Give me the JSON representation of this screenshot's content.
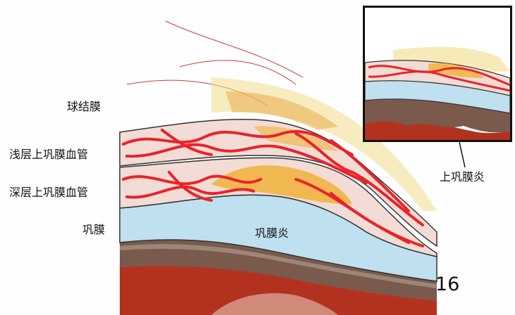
{
  "labels": {
    "conjunctiva": "球结膜",
    "superficial_vessels": "浅层上巩膜血管",
    "deep_vessels": "深层上巩膜血管",
    "sclera": "巩膜",
    "scleritis": "巩膜炎",
    "episcleritis": "上巩膜炎"
  },
  "page_number": "16",
  "colors": {
    "vessel": "#e8242a",
    "sclera_blue": "#bfe0ee",
    "inflammation": "#f0b23a",
    "tissue_pink": "#f3dcd6",
    "choroid_brown": "#7a5a4c",
    "retina_red": "#b3321f"
  }
}
